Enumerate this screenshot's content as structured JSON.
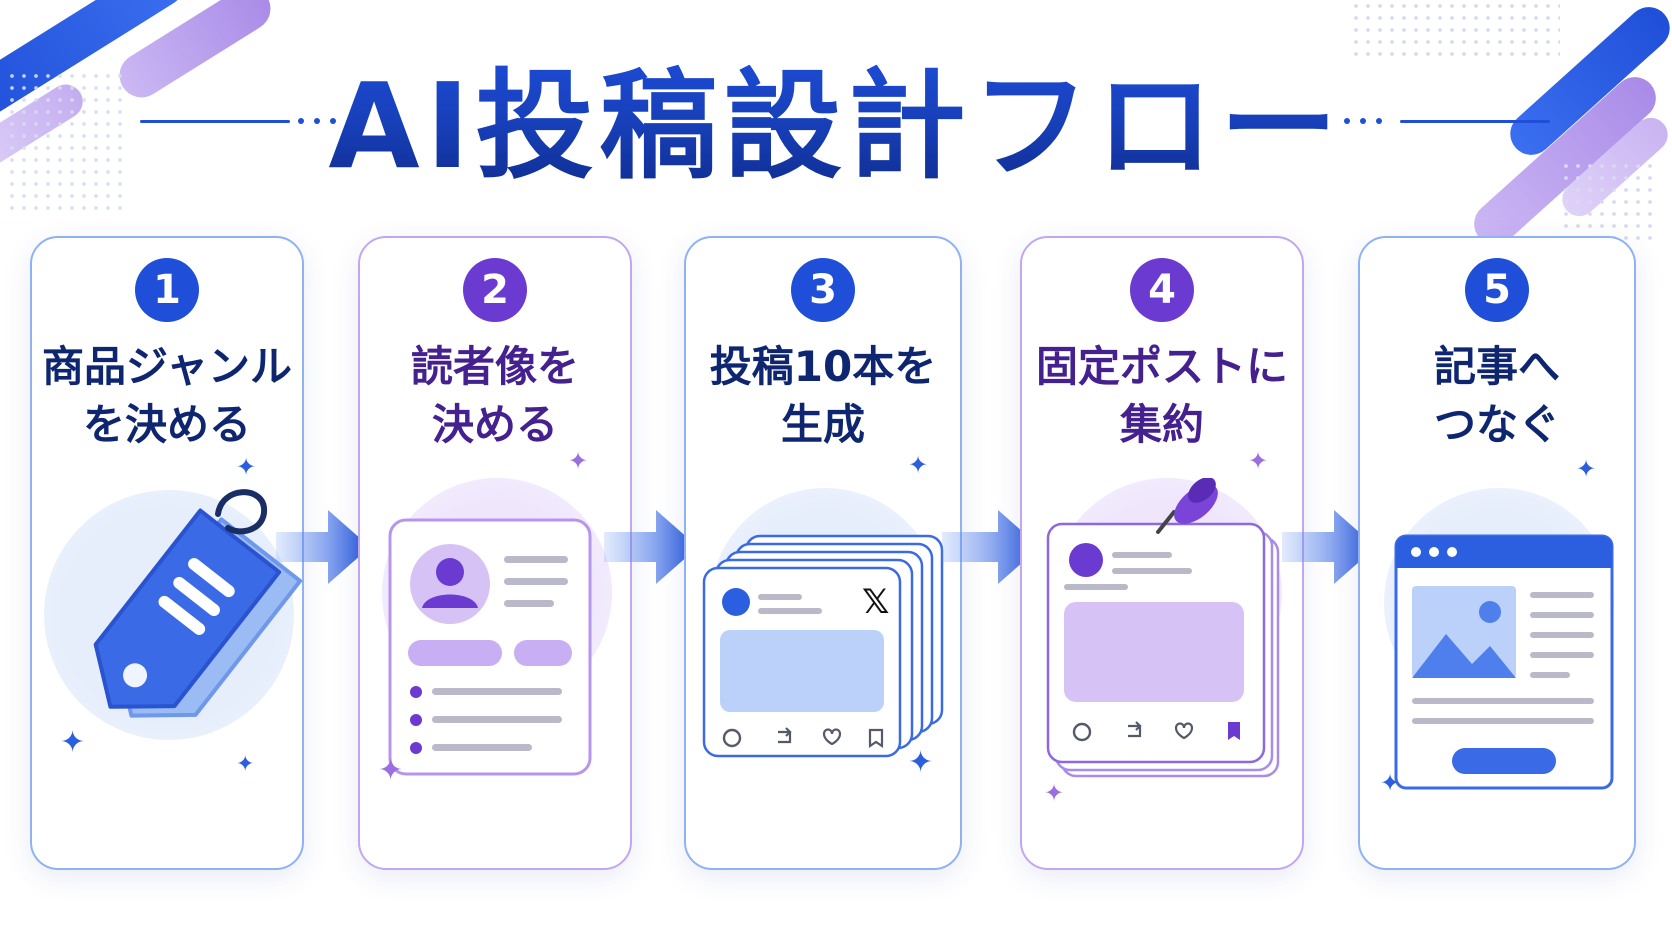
{
  "title": "AI投稿設計フロー",
  "colors": {
    "primary_blue": "#1f4fd8",
    "primary_purple": "#6b3ad0",
    "light_blue": "#c8d9fb",
    "light_purple": "#d9c8f6"
  },
  "steps": [
    {
      "number": "1",
      "label": "商品ジャンル\nを決める",
      "theme": "blue",
      "icon": "price-tag-icon"
    },
    {
      "number": "2",
      "label": "読者像を\n決める",
      "theme": "purple",
      "icon": "profile-card-icon"
    },
    {
      "number": "3",
      "label": "投稿10本を\n生成",
      "theme": "blue",
      "icon": "post-stack-icon",
      "brand_mark": "𝕏"
    },
    {
      "number": "4",
      "label": "固定ポストに\n集約",
      "theme": "purple",
      "icon": "pinned-post-icon"
    },
    {
      "number": "5",
      "label": "記事へ\nつなぐ",
      "theme": "blue",
      "icon": "article-page-icon"
    }
  ],
  "connector_icon": "arrow-right-icon",
  "sparkle_glyph": "✦"
}
